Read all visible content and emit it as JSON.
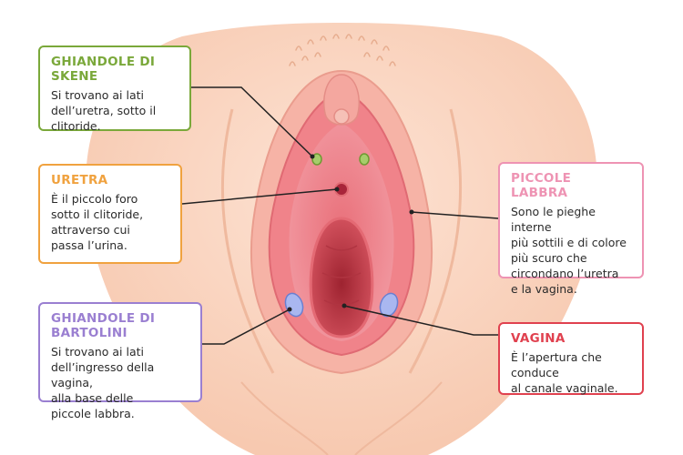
{
  "colors": {
    "skene": "#7aa83a",
    "uretra": "#f0a23f",
    "bartolini": "#9a7fd1",
    "piccole_labbra": "#ee93b3",
    "vagina": "#e0414f"
  },
  "labels": {
    "skene": {
      "title": "GHIANDOLE DI SKENE",
      "body": "Si trovano ai lati\ndell’uretra, sotto il\nclitoride."
    },
    "uretra": {
      "title": "URETRA",
      "body": "È il piccolo foro\nsotto il clitoride,\nattraverso cui\npassa l’urina."
    },
    "bartolini": {
      "title": "GHIANDOLE DI BARTOLINI",
      "body": "Si trovano ai lati\ndell’ingresso della vagina,\nalla base delle\npiccole labbra."
    },
    "piccole_labbra": {
      "title": "PICCOLE LABBRA",
      "body": "Sono le pieghe interne\npiù sottili e di colore\npiù scuro che\ncircondano l’uretra\ne la vagina."
    },
    "vagina": {
      "title": "VAGINA",
      "body": "È l’apertura che conduce\nal canale vaginale."
    }
  }
}
